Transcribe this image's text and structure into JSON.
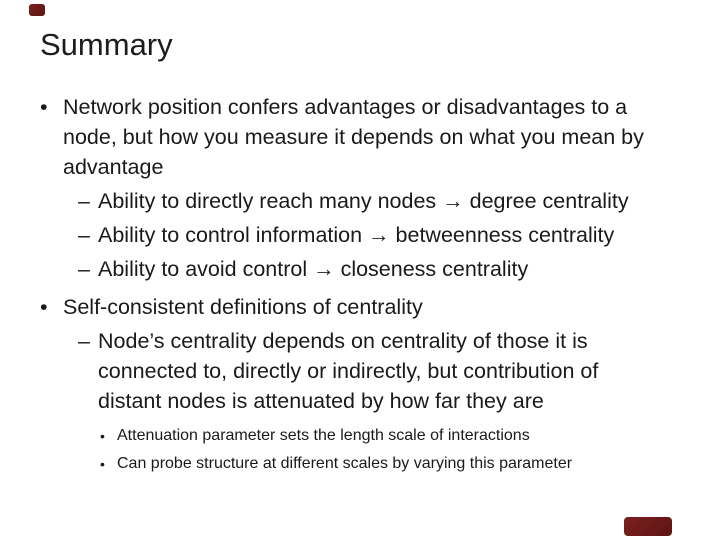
{
  "slide": {
    "title": "Summary",
    "accent_color": "#6b1b1b",
    "text_color": "#1a1a1a",
    "background_color": "#ffffff",
    "markers": {
      "level1": "•",
      "level2": "–",
      "level3": "•"
    },
    "content": {
      "items": [
        {
          "level": 1,
          "lines": [
            "Network position confers advantages or disadvantages to a",
            "node, but how you measure it depends on what you mean by",
            "advantage"
          ]
        },
        {
          "level": 2,
          "lines": [
            "Ability to directly reach many nodes → degree centrality"
          ]
        },
        {
          "level": 2,
          "lines": [
            "Ability to control information → betweenness centrality"
          ]
        },
        {
          "level": 2,
          "lines": [
            "Ability to avoid control → closeness centrality"
          ]
        },
        {
          "level": 1,
          "lines": [
            "Self-consistent definitions of centrality"
          ]
        },
        {
          "level": 2,
          "lines": [
            "Node’s centrality depends on centrality of those it is",
            "connected to, directly or indirectly, but contribution of",
            "distant nodes is attenuated by how far they are"
          ]
        },
        {
          "level": 3,
          "lines": [
            "Attenuation parameter sets the length scale of interactions"
          ]
        },
        {
          "level": 3,
          "lines": [
            "Can probe structure at different scales by varying this parameter"
          ]
        }
      ]
    }
  }
}
